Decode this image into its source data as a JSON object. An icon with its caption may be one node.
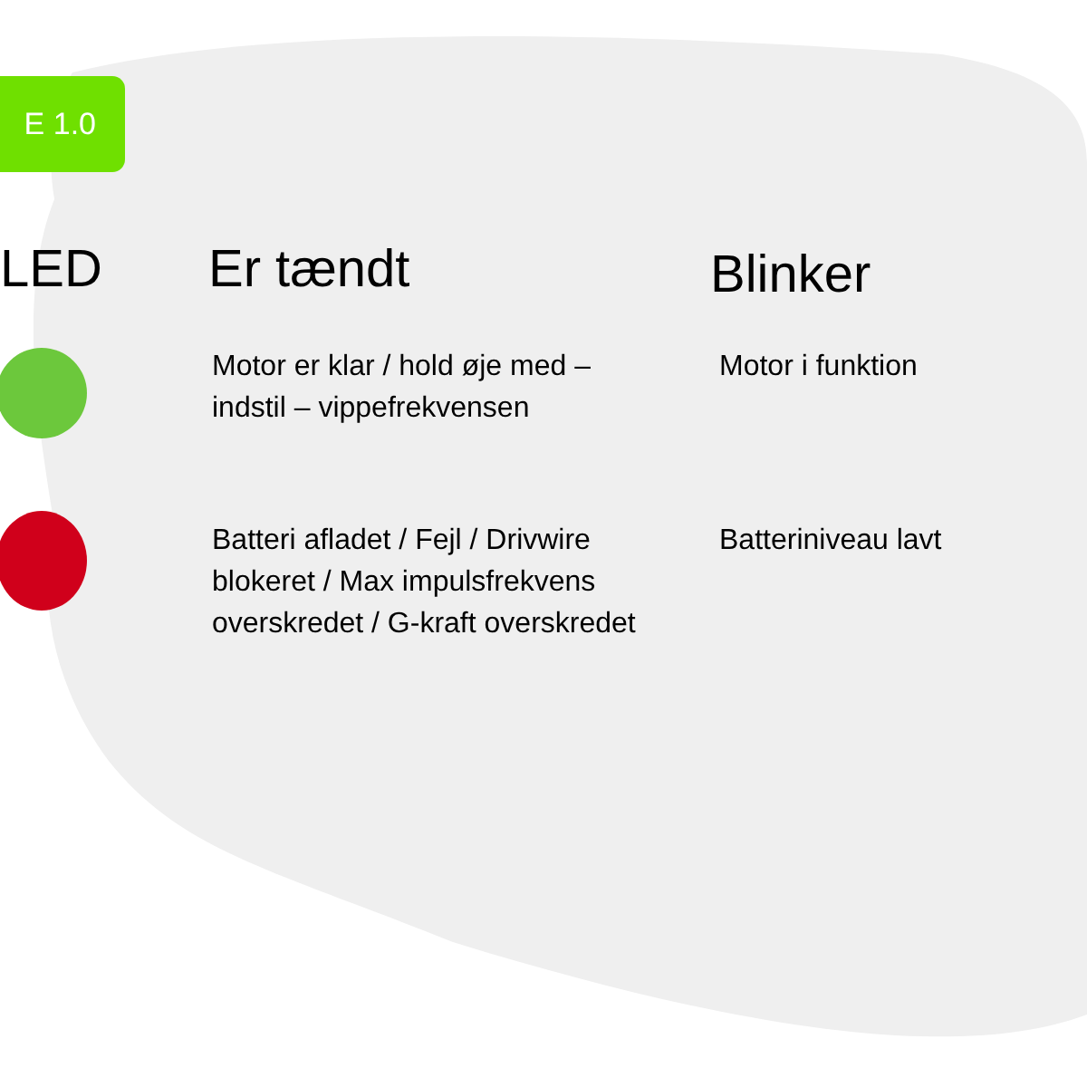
{
  "diagram": {
    "nodes": [
      {
        "text": [
          "E 1.0"
        ]
      },
      {
        "text": [],
        "shape": "circle"
      },
      {
        "text": [],
        "shape": "circle"
      }
    ],
    "labels": [
      "LED",
      "Er tændt",
      "Blinker",
      "Motor er klar / hold øje med – indstil – vippefrekvensen",
      "Motor i funktion",
      "Batteri afladet / Fejl / Drivwire blokeret / Max impulsfrekvens overskredet / G-kraft overskredet",
      "Batteriniveau lavt"
    ]
  }
}
